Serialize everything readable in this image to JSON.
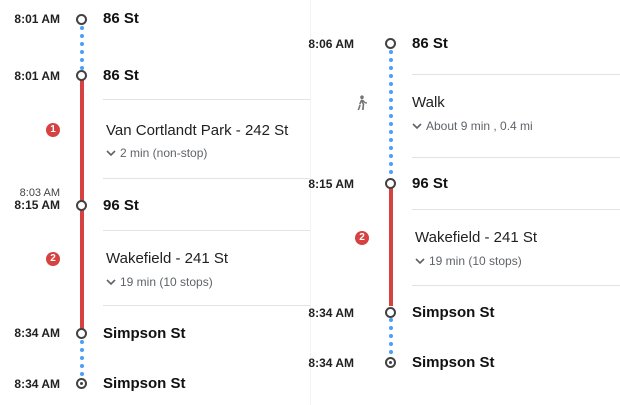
{
  "colors": {
    "rail": "#d64242",
    "walk_dots": "#4c9ef6",
    "node_border": "#424242"
  },
  "left": {
    "times": {
      "start": "8:01 AM",
      "board": "8:01 AM",
      "transfer_sched": "8:03 AM",
      "transfer": "8:15 AM",
      "arrive": "8:34 AM",
      "end": "8:34 AM"
    },
    "stops": {
      "start": "86 St",
      "board": "86 St",
      "transfer": "96 St",
      "arrive": "Simpson St",
      "end": "Simpson St"
    },
    "leg1": {
      "badge": "1",
      "name": "Van Cortlandt Park - 242 St",
      "detail": "2 min (non-stop)"
    },
    "leg2": {
      "badge": "2",
      "name": "Wakefield - 241 St",
      "detail": "19 min (10 stops)"
    }
  },
  "right": {
    "times": {
      "start": "8:06 AM",
      "board": "8:15 AM",
      "arrive": "8:34 AM",
      "end": "8:34 AM"
    },
    "stops": {
      "start": "86 St",
      "board": "96 St",
      "arrive": "Simpson St",
      "end": "Simpson St"
    },
    "walk": {
      "icon": "walking-person-icon",
      "label": "Walk",
      "detail": "About 9 min , 0.4 mi"
    },
    "leg": {
      "badge": "2",
      "name": "Wakefield - 241 St",
      "detail": "19 min (10 stops)"
    }
  }
}
